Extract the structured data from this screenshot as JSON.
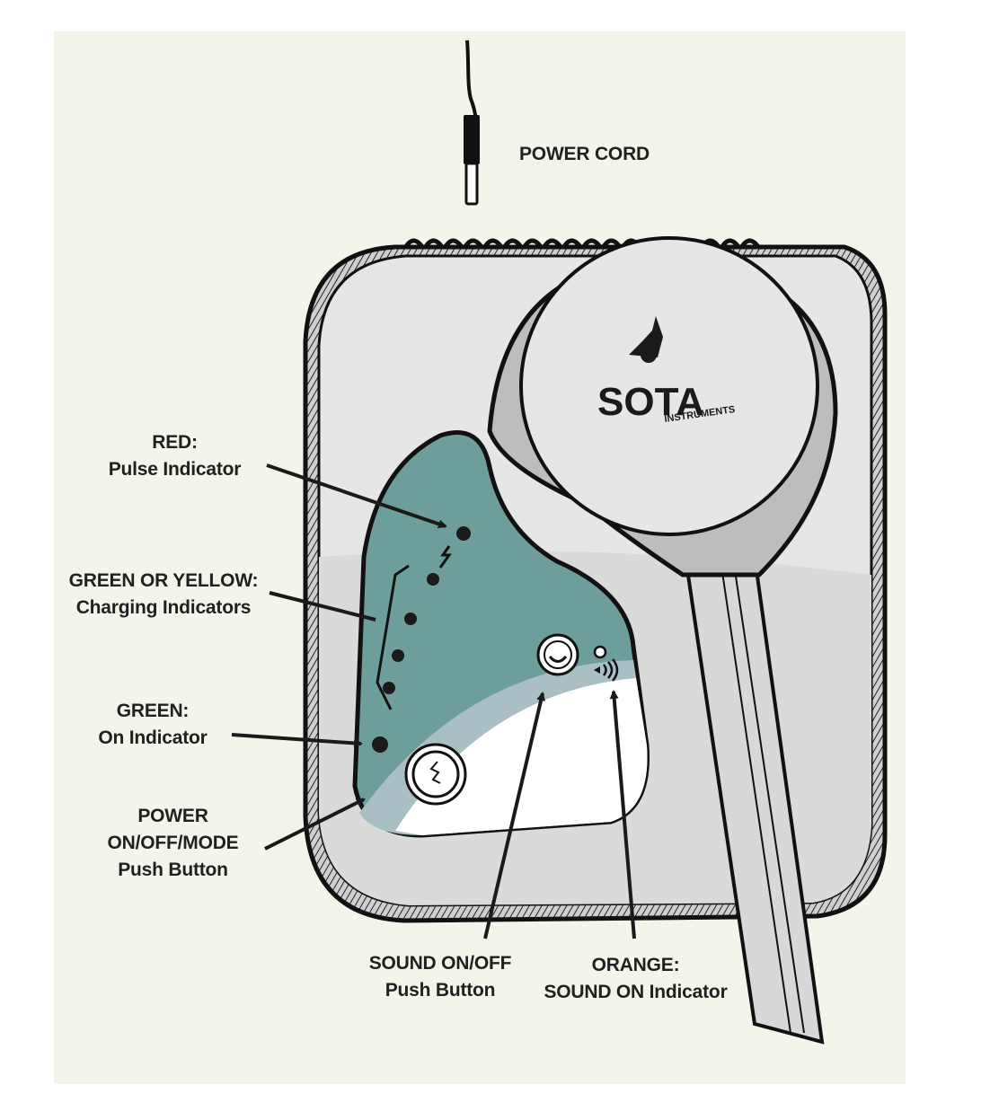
{
  "title": "SOTA Instruments device overview",
  "colors": {
    "background": "#f3f4ea",
    "device_body": "#e6e6e6",
    "teal_panel": "#6e9e9c",
    "panel_band": "#a9bfc3",
    "outline": "#1a1a1a"
  },
  "logo": {
    "brand": "SOTA",
    "sub": "INSTRUMENTS"
  },
  "labels": {
    "power_cord": {
      "line1": "POWER CORD"
    },
    "pulse": {
      "line1": "RED:",
      "line2": "Pulse Indicator"
    },
    "charging": {
      "line1": "GREEN OR YELLOW:",
      "line2": "Charging Indicators"
    },
    "on": {
      "line1": "GREEN:",
      "line2": "On Indicator"
    },
    "power_button": {
      "line1": "POWER",
      "line2": "ON/OFF/MODE",
      "line3": "Push Button"
    },
    "sound_button": {
      "line1": "SOUND ON/OFF",
      "line2": "Push Button"
    },
    "sound_indicator": {
      "line1": "ORANGE:",
      "line2": "SOUND ON Indicator"
    }
  }
}
